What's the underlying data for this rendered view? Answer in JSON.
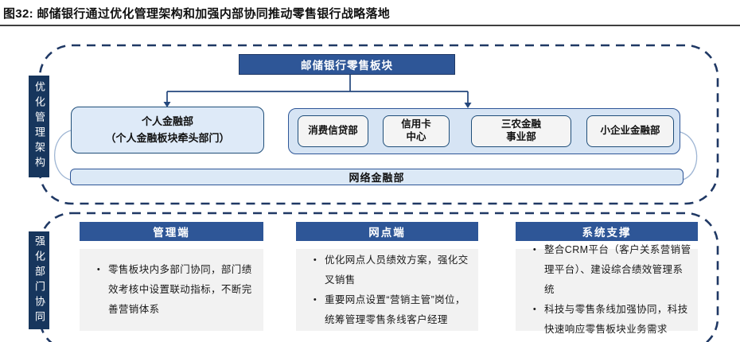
{
  "figure": {
    "title": "图32: 邮储银行通过优化管理架构和加强内部协同推动零售银行战略落地"
  },
  "colors": {
    "navy_dark": "#17365D",
    "dash_navy": "#1F3864",
    "bar_blue": "#2E5697",
    "light_blue_fill": "#DEEAF8",
    "container_blue": "#D6E4F4",
    "dept_fill": "#F4F4F4",
    "panel_gray": "#F2F2F2",
    "connector": "#24477D"
  },
  "org": {
    "side_label": "优化管理架构",
    "root": "邮储银行零售板块",
    "personal": {
      "lines": [
        "个人金融部",
        "（个人金融板块牵头部门）"
      ]
    },
    "departments": [
      {
        "lines": [
          "消费信贷部"
        ]
      },
      {
        "lines": [
          "信用卡",
          "中心"
        ]
      },
      {
        "lines": [
          "三农金融",
          "事业部"
        ]
      },
      {
        "lines": [
          "小企业金融部"
        ]
      }
    ],
    "network_bar": "网络金融部"
  },
  "collab": {
    "side_label": "强化部门协同",
    "bullet_char": "•",
    "columns": [
      {
        "header": "管理端",
        "bullets": [
          "零售板块内多部门协同，部门绩效考核中设置联动指标，不断完善营销体系"
        ]
      },
      {
        "header": "网点端",
        "bullets": [
          "优化网点人员绩效方案，强化交叉销售",
          "重要网点设置“营销主管”岗位，统筹管理零售条线客户经理"
        ]
      },
      {
        "header": "系统支撑",
        "bullets": [
          "整合CRM平台（客户关系营销管理平台）、建设综合绩效管理系统",
          "科技与零售条线加强协同，科技快速响应零售板块业务需求"
        ]
      }
    ]
  }
}
